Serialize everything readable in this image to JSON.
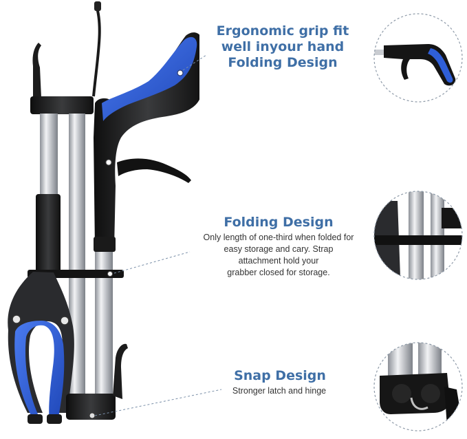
{
  "features": [
    {
      "heading_lines": [
        "Ergonomic grip fit",
        "well inyour hand",
        "Folding Design"
      ],
      "detail_icon": "handle-closeup"
    },
    {
      "heading": "Folding Design",
      "body_lines": [
        "Only length of one-third when folded for",
        "easy storage and cary. Strap",
        "attachment hold your",
        "grabber closed for storage."
      ],
      "detail_icon": "strap-closeup"
    },
    {
      "heading": "Snap Design",
      "body": "Stronger latch and hinge",
      "detail_icon": "latch-closeup"
    }
  ],
  "colors": {
    "heading": "#3f6fa6",
    "grip_blue": "#2f5fd8",
    "body_black": "#1b1b1b",
    "aluminum": "#c9ccd1",
    "leader_line": "#7a8fa8"
  }
}
